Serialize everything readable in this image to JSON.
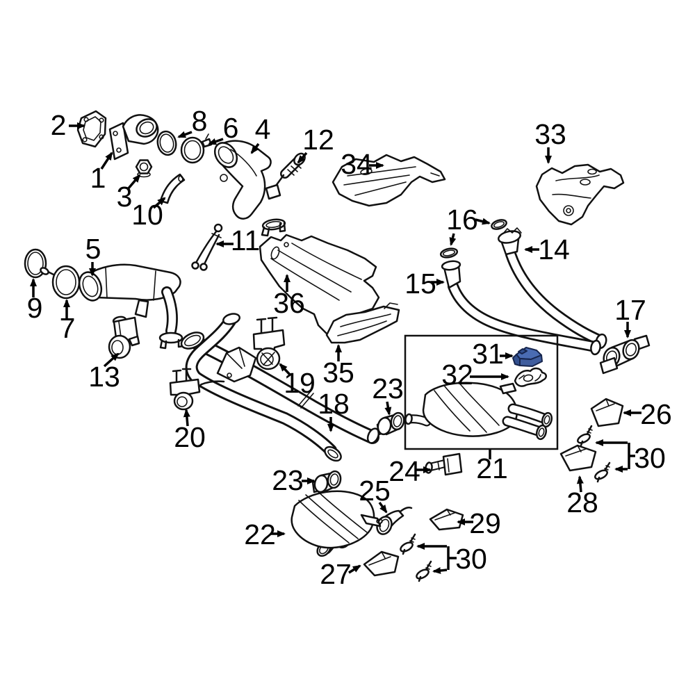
{
  "diagram": {
    "colors": {
      "highlight": "#4a6cb3",
      "highlight_mid": "#3f5d9e",
      "highlight_dark": "#32508f",
      "line": "#111111",
      "background": "#ffffff"
    },
    "callouts": [
      {
        "label": "2"
      },
      {
        "label": "1"
      },
      {
        "label": "3"
      },
      {
        "label": "10"
      },
      {
        "label": "8"
      },
      {
        "label": "6"
      },
      {
        "label": "4"
      },
      {
        "label": "12"
      },
      {
        "label": "34"
      },
      {
        "label": "33"
      },
      {
        "label": "16"
      },
      {
        "label": "14"
      },
      {
        "label": "15"
      },
      {
        "label": "5"
      },
      {
        "label": "9"
      },
      {
        "label": "7"
      },
      {
        "label": "11"
      },
      {
        "label": "36"
      },
      {
        "label": "13"
      },
      {
        "label": "35"
      },
      {
        "label": "19"
      },
      {
        "label": "18"
      },
      {
        "label": "17"
      },
      {
        "label": "23"
      },
      {
        "label": "20"
      },
      {
        "label": "31",
        "highlighted": true
      },
      {
        "label": "32"
      },
      {
        "label": "21"
      },
      {
        "label": "24"
      },
      {
        "label": "25"
      },
      {
        "label": "23"
      },
      {
        "label": "22"
      },
      {
        "label": "27"
      },
      {
        "label": "29"
      },
      {
        "label": "30"
      },
      {
        "label": "26"
      },
      {
        "label": "30"
      },
      {
        "label": "28"
      }
    ]
  }
}
